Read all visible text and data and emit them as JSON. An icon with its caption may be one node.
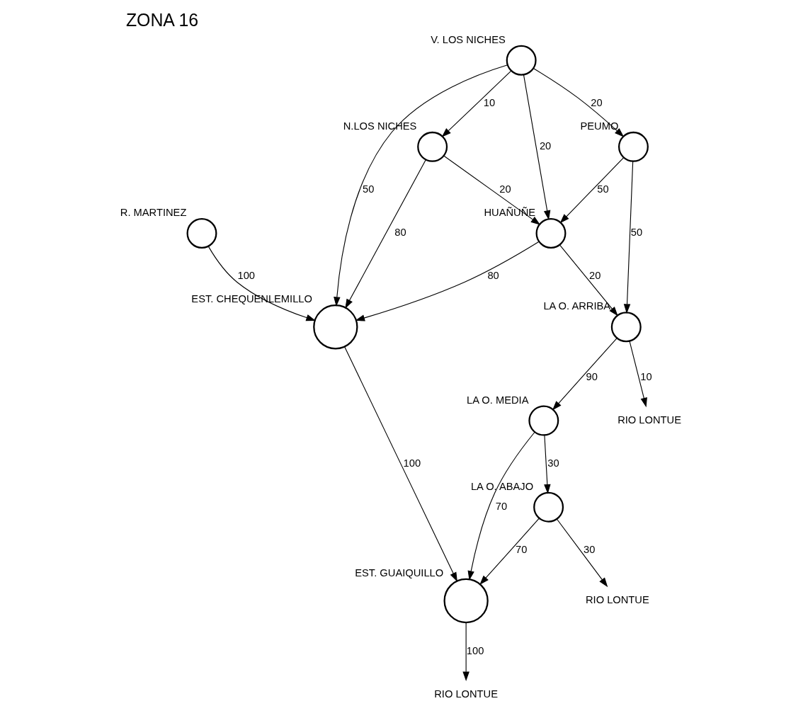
{
  "diagram": {
    "title": "ZONA 16",
    "nodes": [
      {
        "text": [
          "R. MARTINEZ"
        ]
      },
      {
        "text": [
          "V. LOS NICHES"
        ]
      },
      {
        "text": [
          "EST. CHEQUENLEMILLO"
        ]
      },
      {
        "text": [
          "N.LOS NICHES"
        ]
      },
      {
        "text": [
          "HUAÑUÑE"
        ]
      },
      {
        "text": [
          "PEUMO"
        ]
      },
      {
        "text": [
          "LA O. ARRIBA"
        ]
      },
      {
        "text": [
          "EST. GUAIQUILLO"
        ]
      },
      {
        "text": [
          "LA O. MEDIA"
        ]
      },
      {
        "text": [
          "LA O. ABAJO"
        ]
      },
      {
        "text": [
          "RIO LONTUE"
        ]
      },
      {
        "text": [
          "RIO LONTUE"
        ]
      },
      {
        "text": [
          "RIO LONTUE"
        ]
      }
    ],
    "edges": [
      {
        "from": 0,
        "to": 2,
        "arrow": "to",
        "label": "100"
      },
      {
        "from": 1,
        "to": 2,
        "arrow": "to",
        "label": "50"
      },
      {
        "from": 1,
        "to": 3,
        "arrow": "to",
        "label": "10"
      },
      {
        "from": 1,
        "to": 4,
        "arrow": "to",
        "label": "20"
      },
      {
        "from": 1,
        "to": 5,
        "arrow": "to",
        "label": "20"
      },
      {
        "from": 3,
        "to": 2,
        "arrow": "to",
        "label": "80"
      },
      {
        "from": 3,
        "to": 4,
        "arrow": "to",
        "label": "20"
      },
      {
        "from": 4,
        "to": 2,
        "arrow": "to",
        "label": "80"
      },
      {
        "from": 5,
        "to": 4,
        "arrow": "to",
        "label": "50"
      },
      {
        "from": 4,
        "to": 6,
        "arrow": "to",
        "label": "20"
      },
      {
        "from": 5,
        "to": 6,
        "arrow": "to",
        "label": "50"
      },
      {
        "from": 6,
        "to": 10,
        "arrow": "to",
        "label": "10"
      },
      {
        "from": 6,
        "to": 8,
        "arrow": "to",
        "label": "90"
      },
      {
        "from": 2,
        "to": 7,
        "arrow": "to",
        "label": "100"
      },
      {
        "from": 8,
        "to": 7,
        "arrow": "to",
        "label": "70"
      },
      {
        "from": 8,
        "to": 9,
        "arrow": "to",
        "label": "30"
      },
      {
        "from": 9,
        "to": 7,
        "arrow": "to",
        "label": "70"
      },
      {
        "from": 9,
        "to": 12,
        "arrow": "to",
        "label": "30"
      },
      {
        "from": 7,
        "to": 11,
        "arrow": "to",
        "label": "100"
      }
    ]
  }
}
